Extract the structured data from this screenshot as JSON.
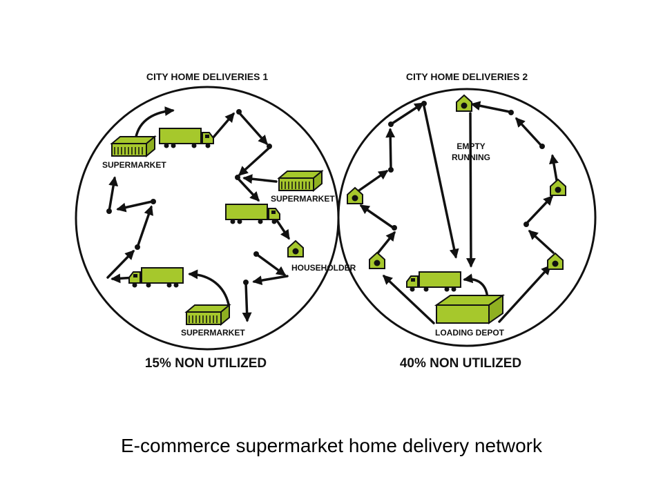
{
  "colors": {
    "accent": "#a6c82c",
    "ink": "#111111"
  },
  "diagrams": [
    {
      "title": "CITY HOME DELIVERIES 1",
      "labels": {
        "supermarket_1": "SUPERMARKET",
        "supermarket_2": "SUPERMARKET",
        "supermarket_3": "SUPERMARKET",
        "householder": "HOUSEHOLDER"
      },
      "utilization": "15% NON UTILIZED"
    },
    {
      "title": "CITY HOME DELIVERIES 2",
      "labels": {
        "empty_running_1": "EMPTY",
        "empty_running_2": "RUNNING",
        "loading_depot": "LOADING DEPOT"
      },
      "utilization": "40% NON UTILIZED"
    }
  ],
  "caption": "E-commerce supermarket home delivery network"
}
